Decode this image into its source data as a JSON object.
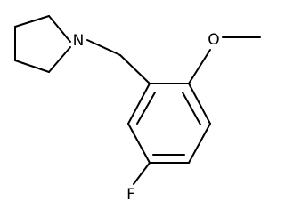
{
  "molecule": {
    "atoms": {
      "nitrogen": "N",
      "oxygen": "O",
      "fluorine": "F"
    },
    "colors": {
      "bond": "#000000",
      "label": "#000000",
      "background": "#ffffff"
    }
  }
}
